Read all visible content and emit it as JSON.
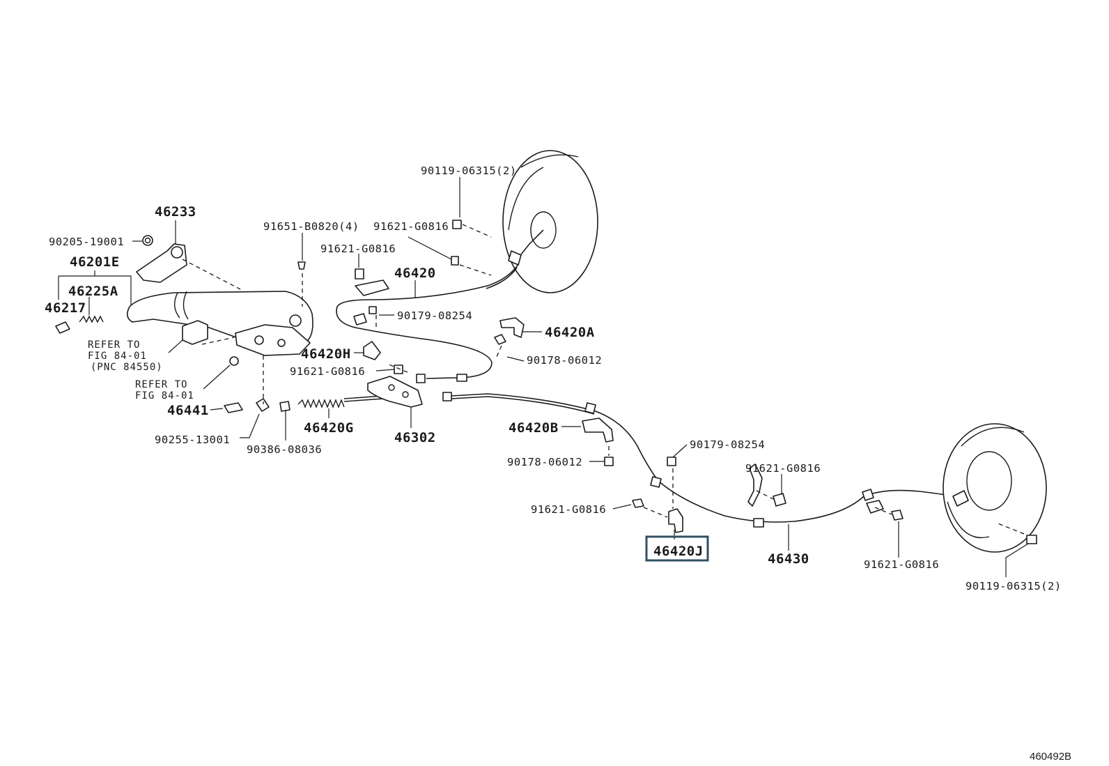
{
  "diagram": {
    "figure_id": "460492B",
    "highlighted_part": "46420J",
    "labels": {
      "p90119_top": "90119-06315(2)",
      "p91621_top_right": "91621-G0816",
      "p91651": "91651-B0820(4)",
      "p91621_mid": "91621-G0816",
      "p46420": "46420",
      "p90179_top": "90179-08254",
      "p46420A": "46420A",
      "p90178_top": "90178-06012",
      "p46420H": "46420H",
      "p91621_left": "91621-G0816",
      "p46233": "46233",
      "p90205": "90205-19001",
      "p46201E": "46201E",
      "p46225A": "46225A",
      "p46217": "46217",
      "p46441": "46441",
      "p90255": "90255-13001",
      "p90386": "90386-08036",
      "p46420G": "46420G",
      "p46302": "46302",
      "p46420B": "46420B",
      "p90178_bottom": "90178-06012",
      "p90179_bottom": "90179-08254",
      "p91621_bl": "91621-G0816",
      "p46420J": "46420J",
      "p46430": "46430",
      "p91621_br_top": "91621-G0816",
      "p91621_br_bottom": "91621-G0816",
      "p90119_bottom": "90119-06315(2)"
    },
    "notes": {
      "refer1_line1": "REFER TO",
      "refer1_line2": "FIG 84-01",
      "refer1_line3": "(PNC 84550)",
      "refer2_line1": "REFER TO",
      "refer2_line2": "FIG 84-01"
    }
  }
}
